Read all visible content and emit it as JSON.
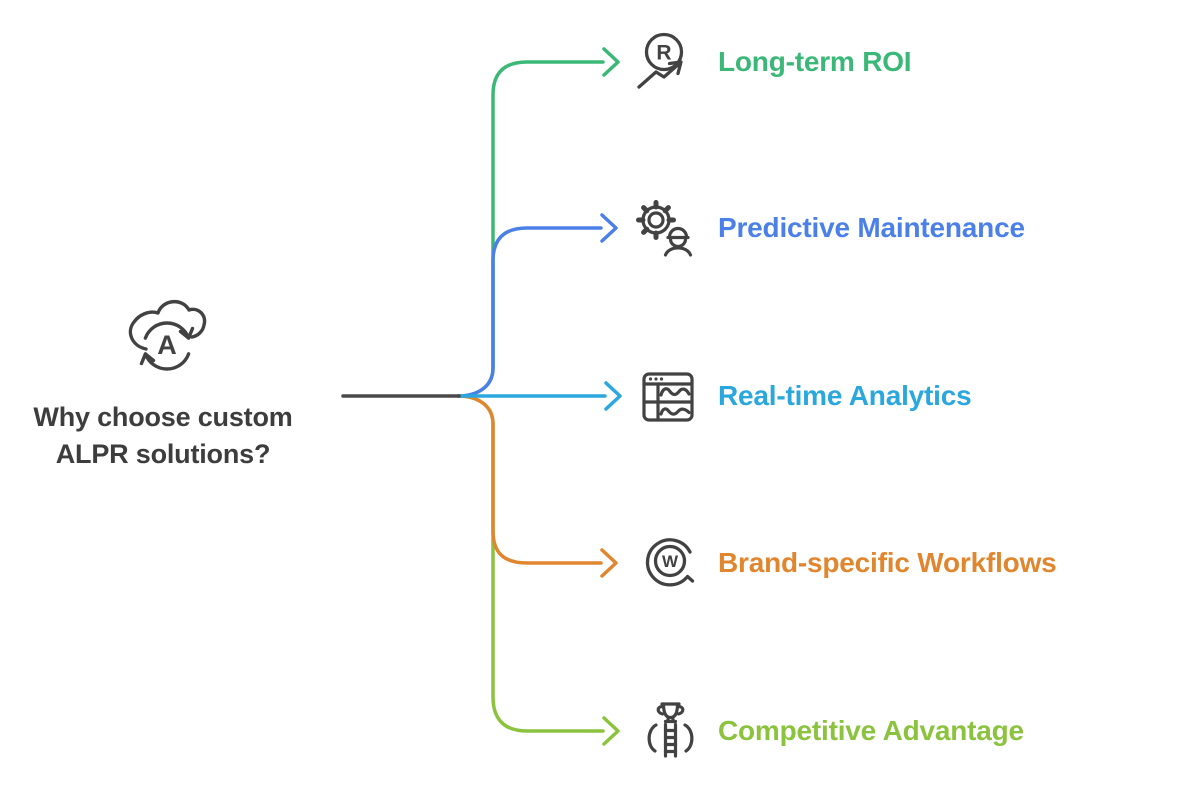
{
  "palette": {
    "background": "#ffffff",
    "icon_stroke": "#424242",
    "trunk": "#4a4a4a",
    "title_color": "#3d3d3d"
  },
  "center": {
    "title": "Why choose custom ALPR solutions?",
    "title_lines": [
      "Why choose custom",
      "ALPR solutions?"
    ],
    "icon": "cloud-refresh-a-icon",
    "icon_glyph": "A"
  },
  "branches": [
    {
      "label": "Long-term ROI",
      "color": "#3bb877",
      "icon": "registered-roi-growth-icon",
      "icon_glyph": "R"
    },
    {
      "label": "Predictive Maintenance",
      "color": "#4b80e8",
      "icon": "gear-worker-icon",
      "icon_glyph": ""
    },
    {
      "label": "Real-time Analytics",
      "color": "#2aa7dd",
      "icon": "analytics-window-icon",
      "icon_glyph": ""
    },
    {
      "label": "Brand-specific Workflows",
      "color": "#e0862f",
      "icon": "workflow-w-circle-icon",
      "icon_glyph": "W"
    },
    {
      "label": "Competitive Advantage",
      "color": "#8cc33e",
      "icon": "trophy-ladder-icon",
      "icon_glyph": ""
    }
  ]
}
